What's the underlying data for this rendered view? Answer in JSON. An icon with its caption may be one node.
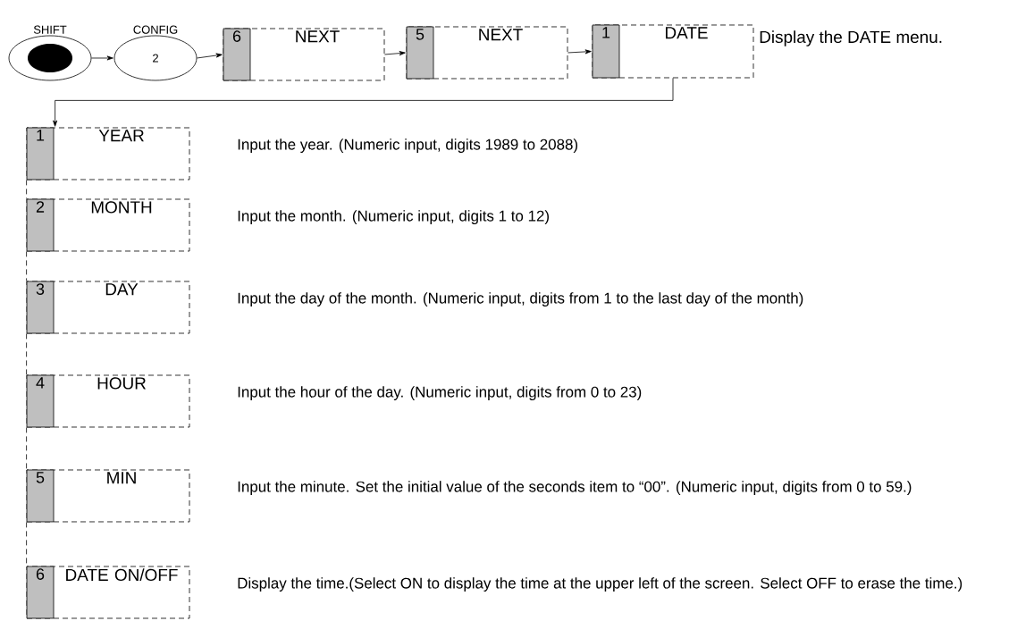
{
  "diagram": {
    "nodes": [
      {
        "text": [
          "SHIFT"
        ]
      },
      {
        "text": [
          "CONFIG",
          "2"
        ]
      },
      {
        "text": [
          "6",
          "NEXT"
        ]
      },
      {
        "text": [
          "5",
          "NEXT"
        ]
      },
      {
        "text": [
          "1",
          "DATE"
        ],
        "beside": [
          "Display the DATE menu."
        ]
      },
      {
        "text": [
          "1",
          "YEAR"
        ],
        "beside": [
          "Input the year. (Numeric input, digits 1989 to 2088)"
        ]
      },
      {
        "text": [
          "2",
          "MONTH"
        ],
        "beside": [
          "Input the month. (Numeric input, digits 1 to 12)"
        ]
      },
      {
        "text": [
          "3",
          "DAY"
        ],
        "beside": [
          "Input the day of the month. (Numeric input, digits from 1 to the last day of the month)"
        ]
      },
      {
        "text": [
          "4",
          "HOUR"
        ],
        "beside": [
          "Input the hour of the day. (Numeric input, digits from 0 to 23)"
        ]
      },
      {
        "text": [
          "5",
          "MIN"
        ],
        "beside": [
          "Input the minute. Set the initial value of the seconds item to “00”. (Numeric input, digits from 0 to 59.)"
        ]
      },
      {
        "text": [
          "6",
          "DATE ON/OFF"
        ],
        "beside": [
          "Display the time.(Select ON to display the time at the upper left of the screen. Select OFF to erase the time.)"
        ]
      }
    ],
    "edges": [
      {
        "from": 0,
        "to": 1,
        "arrow": "to"
      },
      {
        "from": 1,
        "to": 2,
        "arrow": "to"
      },
      {
        "from": 2,
        "to": 3,
        "arrow": "to"
      },
      {
        "from": 3,
        "to": 4,
        "arrow": "to"
      },
      {
        "from": 4,
        "to": 5,
        "arrow": "to"
      },
      {
        "from": 5,
        "to": 6,
        "arrow": "none",
        "style": "dashed"
      },
      {
        "from": 6,
        "to": 7,
        "arrow": "none",
        "style": "dashed"
      },
      {
        "from": 7,
        "to": 8,
        "arrow": "none",
        "style": "dashed"
      },
      {
        "from": 8,
        "to": 9,
        "arrow": "none",
        "style": "dashed"
      },
      {
        "from": 9,
        "to": 10,
        "arrow": "none",
        "style": "dashed"
      }
    ]
  }
}
